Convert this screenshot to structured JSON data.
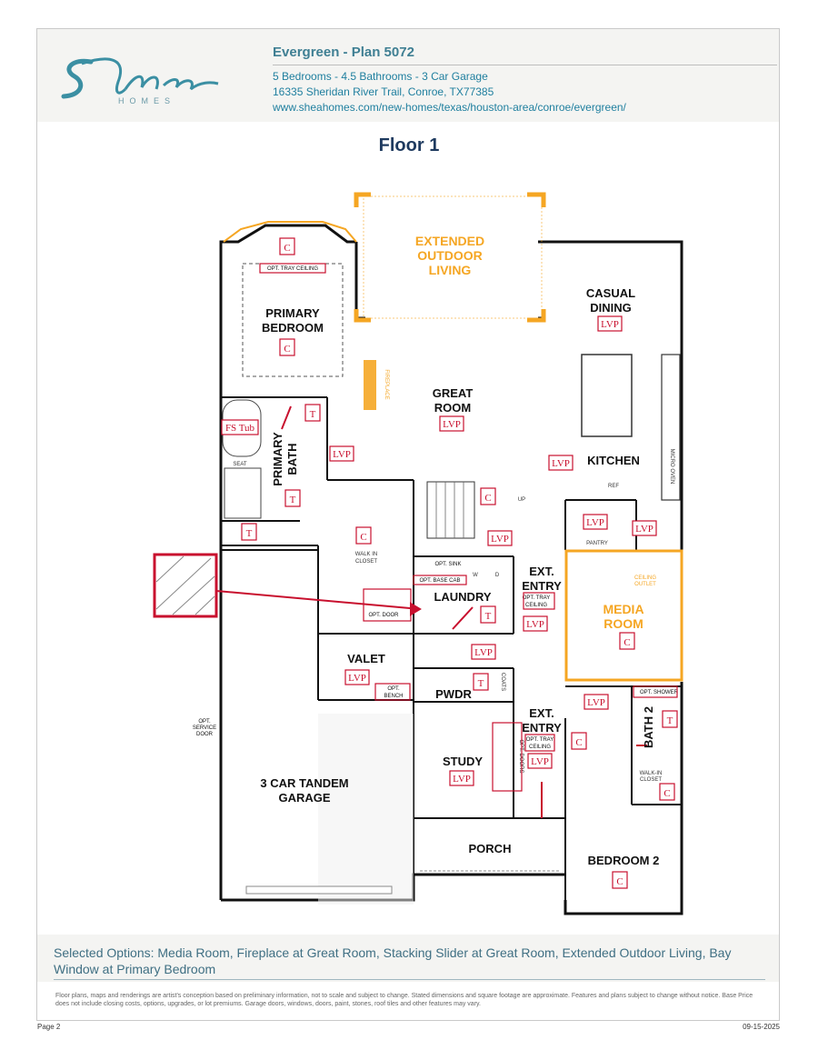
{
  "header": {
    "brand": "Shea",
    "brand_sub": "HOMES",
    "title": "Evergreen - Plan 5072",
    "specs": "5 Bedrooms - 4.5 Bathrooms - 3 Car Garage",
    "address": "16335 Sheridan River Trail, Conroe, TX77385",
    "url": "www.sheahomes.com/new-homes/texas/houston-area/conroe/evergreen/"
  },
  "floor_title": "Floor 1",
  "rooms": {
    "extended_outdoor_1": "EXTENDED",
    "extended_outdoor_2": "OUTDOOR",
    "extended_outdoor_3": "LIVING",
    "primary_bedroom_1": "PRIMARY",
    "primary_bedroom_2": "BEDROOM",
    "casual_dining_1": "CASUAL",
    "casual_dining_2": "DINING",
    "great_room_1": "GREAT",
    "great_room_2": "ROOM",
    "kitchen": "KITCHEN",
    "primary_bath_1": "PRIMARY",
    "primary_bath_2": "BATH",
    "walk_in_closet_1": "WALK IN",
    "walk_in_closet_2": "CLOSET",
    "laundry": "LAUNDRY",
    "ext_entry_1": "EXT.",
    "ext_entry_2": "ENTRY",
    "media_room_1": "MEDIA",
    "media_room_2": "ROOM",
    "valet": "VALET",
    "pwdr": "PWDR",
    "study": "STUDY",
    "garage_1": "3 CAR TANDEM",
    "garage_2": "GARAGE",
    "porch": "PORCH",
    "bedroom2": "BEDROOM 2",
    "bath2": "BATH 2",
    "pantry": "PANTRY",
    "seat": "SEAT",
    "up": "UP",
    "ref": "REF",
    "walk_in_b2_1": "WALK-IN",
    "walk_in_b2_2": "CLOSET",
    "coats": "COATS",
    "micro_oven": "MICRO OVEN",
    "fireplace": "FIREPLACE",
    "washer": "W",
    "dryer": "D",
    "ceiling_outlet_1": "CEILING",
    "ceiling_outlet_2": "OUTLET"
  },
  "option_labels": {
    "opt_tray_ceiling": "OPT. TRAY CEILING",
    "opt_base_cab": "OPT. BASE CAB",
    "opt_sink": "OPT. SINK",
    "opt_door": "OPT. DOOR",
    "opt_tray_ceiling_entry_1": "OPT. TRAY",
    "opt_tray_ceiling_entry_2": "CEILING",
    "opt_bench_1": "OPT.",
    "opt_bench_2": "BENCH",
    "opt_shower": "OPT. SHOWER",
    "opt_service_door_1": "OPT.",
    "opt_service_door_2": "SERVICE",
    "opt_service_door_3": "DOOR",
    "opt_doors": "OPT. DOORS",
    "opt_tray_ceiling_entry2_1": "OPT. TRAY",
    "opt_tray_ceiling_entry2_2": "CEILING"
  },
  "finish_codes": {
    "carpet": "C",
    "lvp": "LVP",
    "tile": "T",
    "fs_tub": "FS Tub"
  },
  "colors": {
    "wall": "#111111",
    "option_orange": "#f5a623",
    "finish_red": "#c8102e",
    "header_blue": "#3f7f93"
  },
  "footer": {
    "selected_options": "Selected Options: Media Room, Fireplace at Great Room, Stacking Slider at Great Room, Extended Outdoor Living, Bay Window at Primary Bedroom",
    "disclaimer": "Floor plans, maps and renderings are artist's conception based on preliminary information, not to scale and subject to change. Stated dimensions and square footage are approximate. Features and plans subject to change without notice. Base Price does not include closing costs, options, upgrades, or lot premiums. Garage doors, windows, doors, paint, stones, roof tiles and other features may vary.",
    "page": "Page 2",
    "date": "09-15-2025"
  }
}
